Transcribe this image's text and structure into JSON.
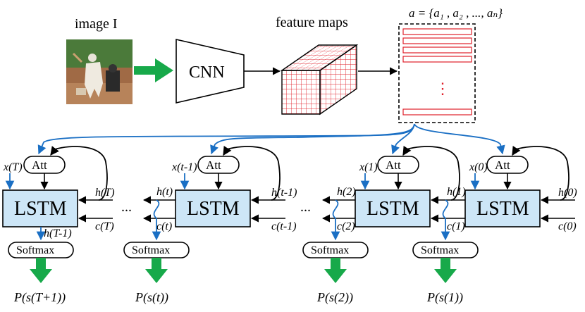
{
  "top": {
    "image_label": "image I",
    "cnn_label": "CNN",
    "feature_maps_label": "feature maps",
    "annotation_set": "a = {a₁ , a₂ , ..., aₙ}",
    "vertical_dots": "⋮"
  },
  "units": [
    {
      "lstm": "LSTM",
      "att": "Att",
      "softmax": "Softmax",
      "x_in": "x(T)",
      "h_in": "h(T)",
      "c_in": "c(T)",
      "h_out": "h(T-1)",
      "c_out": "",
      "output": "P(s(T+1))"
    },
    {
      "lstm": "LSTM",
      "att": "Att",
      "softmax": "Softmax",
      "x_in": "x(t-1)",
      "h_in": "h(t-1)",
      "c_in": "c(t-1)",
      "h_out": "h(t)",
      "c_out": "c(t)",
      "output": "P(s(t))"
    },
    {
      "lstm": "LSTM",
      "att": "Att",
      "softmax": "Softmax",
      "x_in": "x(1)",
      "h_in": "",
      "c_in": "",
      "h_out": "h(2)",
      "c_out": "c(2)",
      "output": "P(s(2))"
    },
    {
      "lstm": "LSTM",
      "att": "Att",
      "softmax": "Softmax",
      "x_in": "x(0)",
      "h_in": "h(0)",
      "c_in": "c(0)",
      "h_out": "h(1)",
      "c_out": "c(1)",
      "output": "P(s(1))"
    }
  ],
  "ellipsis": [
    "...",
    "..."
  ],
  "colors": {
    "lstm_fill": "#cde6f7",
    "blue_arrow": "#1a6fc4",
    "green_arrow": "#17a94a",
    "grid_red": "#e0202a"
  }
}
